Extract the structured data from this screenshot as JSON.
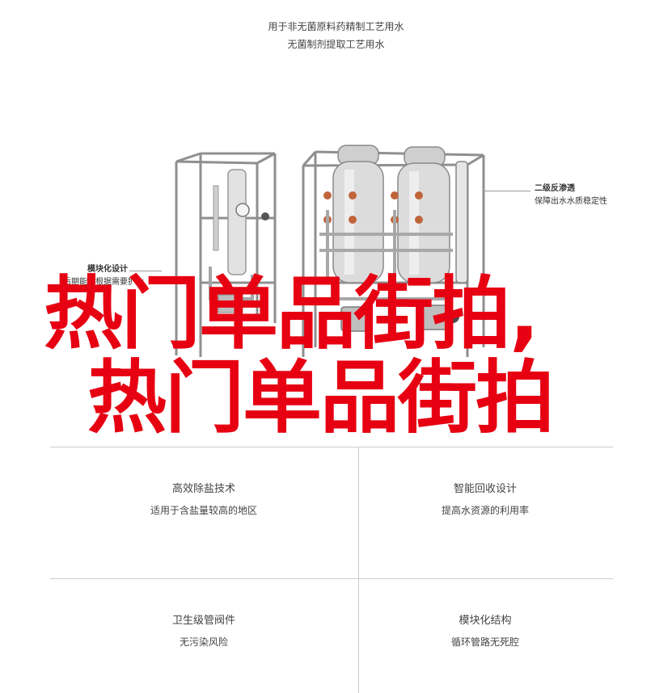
{
  "header": {
    "line1": "用于非无菌原料药精制工艺用水",
    "line2": "无菌制剂提取工艺用水"
  },
  "callouts": {
    "right": {
      "title": "二级反渗透",
      "desc": "保障出水水质稳定性"
    },
    "left": {
      "title": "模块化设计",
      "desc": "后期能够根据需要扩大"
    }
  },
  "overlay": {
    "line1": "热门单品街拍,",
    "line2": "热门单品街拍"
  },
  "features": [
    {
      "title": "高效除盐技术",
      "desc": "适用于含盐量较高的地区"
    },
    {
      "title": "智能回收设计",
      "desc": "提高水资源的利用率"
    },
    {
      "title": "卫生级管阀件",
      "desc": "无污染风险"
    },
    {
      "title": "模块化结构",
      "desc": "循环管路无死腔"
    }
  ],
  "colors": {
    "overlay_text": "#e60012",
    "frame": "#9a9a9a",
    "tank": "#d8d8d8",
    "valve": "#c0643a"
  }
}
